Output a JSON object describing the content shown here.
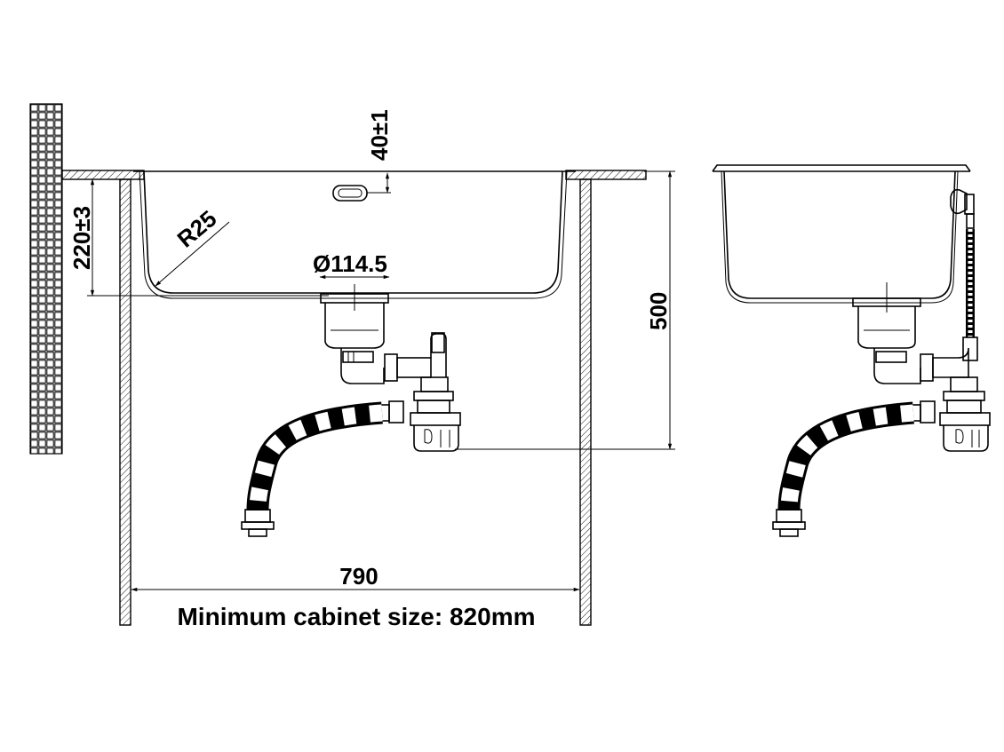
{
  "dimensions": {
    "overflow_height": "40±1",
    "bowl_depth": "220±3",
    "corner_radius": "R25",
    "waste_diameter": "Ø114.5",
    "cabinet_height": "500",
    "cabinet_width": "790"
  },
  "caption": "Minimum cabinet size: 820mm",
  "colors": {
    "ink": "#000000",
    "paper": "#ffffff"
  }
}
